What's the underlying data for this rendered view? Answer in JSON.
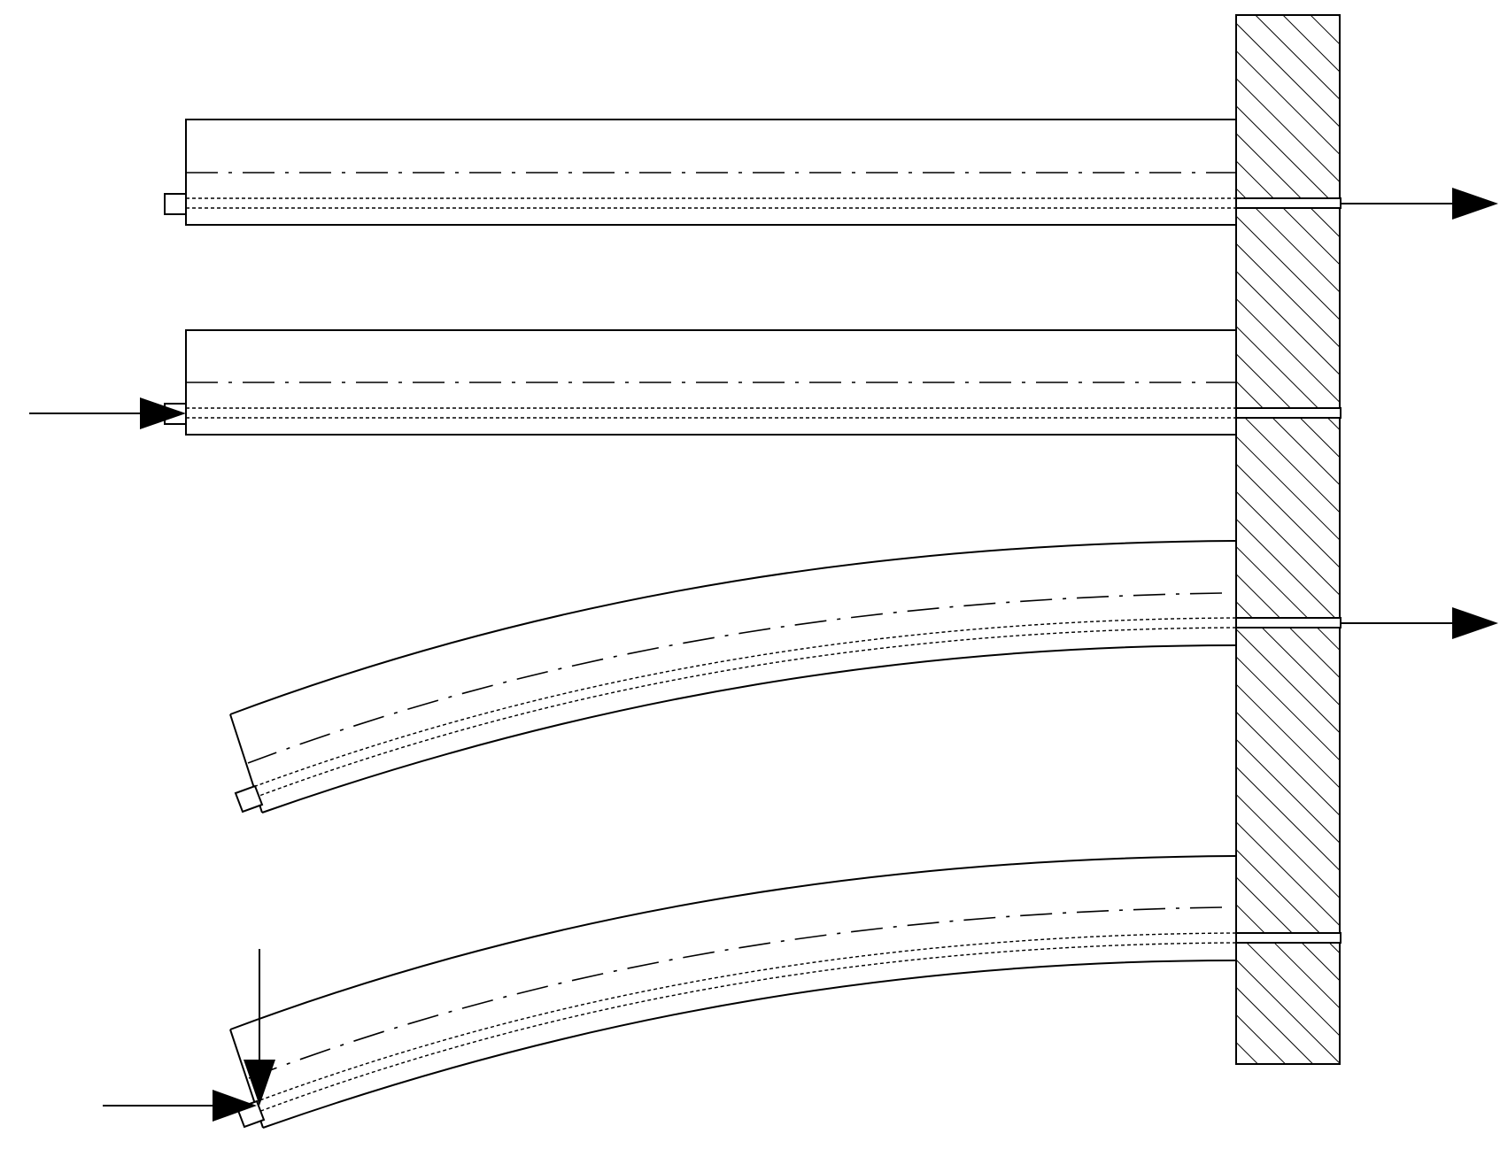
{
  "diagram": {
    "title": "",
    "colors": {
      "line": "#000000",
      "background": "#ffffff",
      "hatch": "#000000"
    },
    "elements": {
      "wall": "hatched-wall",
      "beams": [
        {
          "name": "beam-1-straight",
          "shape": "straight",
          "inlet_arrow": false,
          "outlet_arrow": true,
          "vertical_arrow": false
        },
        {
          "name": "beam-2-straight",
          "shape": "straight",
          "inlet_arrow": true,
          "outlet_arrow": false,
          "vertical_arrow": false
        },
        {
          "name": "beam-3-curved",
          "shape": "curved",
          "inlet_arrow": false,
          "outlet_arrow": true,
          "vertical_arrow": false
        },
        {
          "name": "beam-4-curved",
          "shape": "curved",
          "inlet_arrow": true,
          "outlet_arrow": false,
          "vertical_arrow": true
        }
      ]
    }
  }
}
